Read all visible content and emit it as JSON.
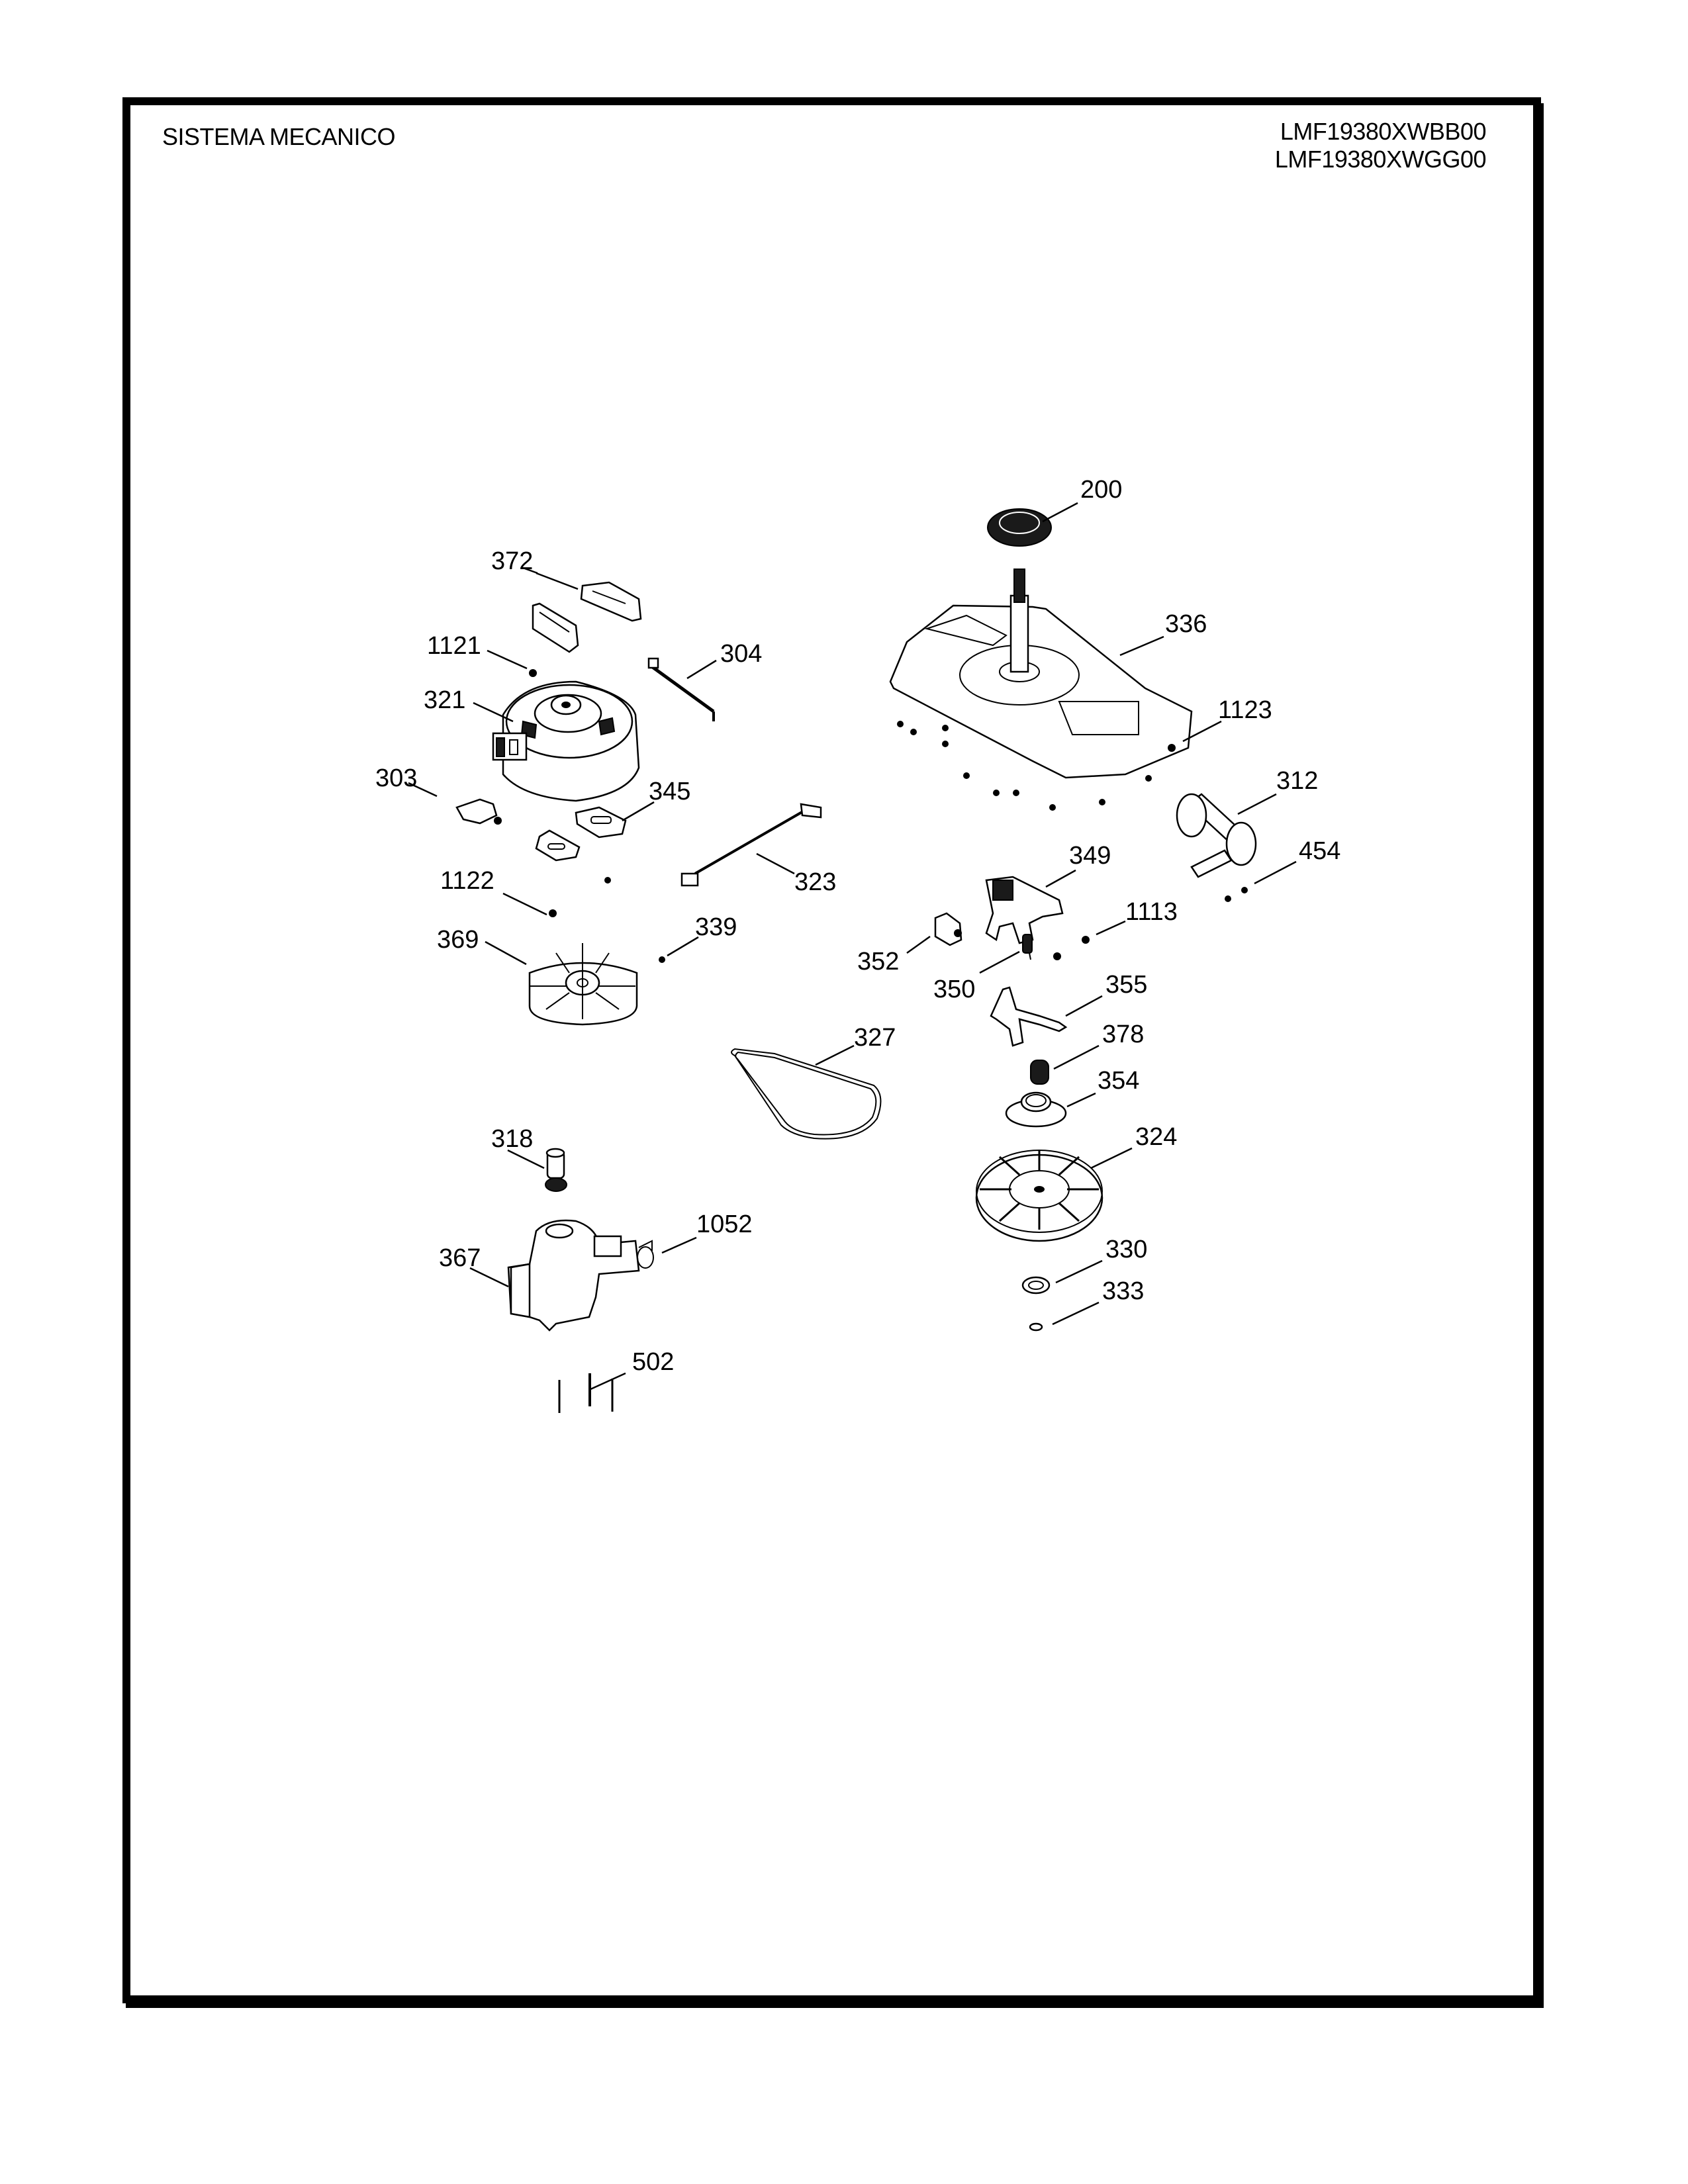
{
  "header": {
    "title": "SISTEMA MECANICO",
    "models": [
      "LMF19380XWBB00",
      "LMF19380XWGG00"
    ]
  },
  "diagram": {
    "type": "exploded-parts-view",
    "callouts": [
      {
        "id": "200",
        "part": "seal"
      },
      {
        "id": "336",
        "part": "bearing-housing-plate"
      },
      {
        "id": "1123",
        "part": "screw"
      },
      {
        "id": "312",
        "part": "capacitor"
      },
      {
        "id": "454",
        "part": "screw"
      },
      {
        "id": "349",
        "part": "clutch-actuator"
      },
      {
        "id": "1113",
        "part": "screw"
      },
      {
        "id": "352",
        "part": "solenoid"
      },
      {
        "id": "350",
        "part": "spring"
      },
      {
        "id": "355",
        "part": "clutch-lever"
      },
      {
        "id": "378",
        "part": "spring"
      },
      {
        "id": "354",
        "part": "clutch-gear"
      },
      {
        "id": "324",
        "part": "pulley"
      },
      {
        "id": "330",
        "part": "washer"
      },
      {
        "id": "333",
        "part": "nut"
      },
      {
        "id": "372",
        "part": "motor-bracket"
      },
      {
        "id": "1121",
        "part": "screw"
      },
      {
        "id": "304",
        "part": "wire-lead"
      },
      {
        "id": "321",
        "part": "motor"
      },
      {
        "id": "303",
        "part": "clamp"
      },
      {
        "id": "345",
        "part": "motor-mount-pad"
      },
      {
        "id": "323",
        "part": "harness"
      },
      {
        "id": "1122",
        "part": "screw"
      },
      {
        "id": "339",
        "part": "nut"
      },
      {
        "id": "369",
        "part": "fan"
      },
      {
        "id": "327",
        "part": "belt"
      },
      {
        "id": "318",
        "part": "filter-cap"
      },
      {
        "id": "367",
        "part": "drain-pump"
      },
      {
        "id": "1052",
        "part": "hose-clamp"
      },
      {
        "id": "502",
        "part": "screw"
      }
    ]
  }
}
